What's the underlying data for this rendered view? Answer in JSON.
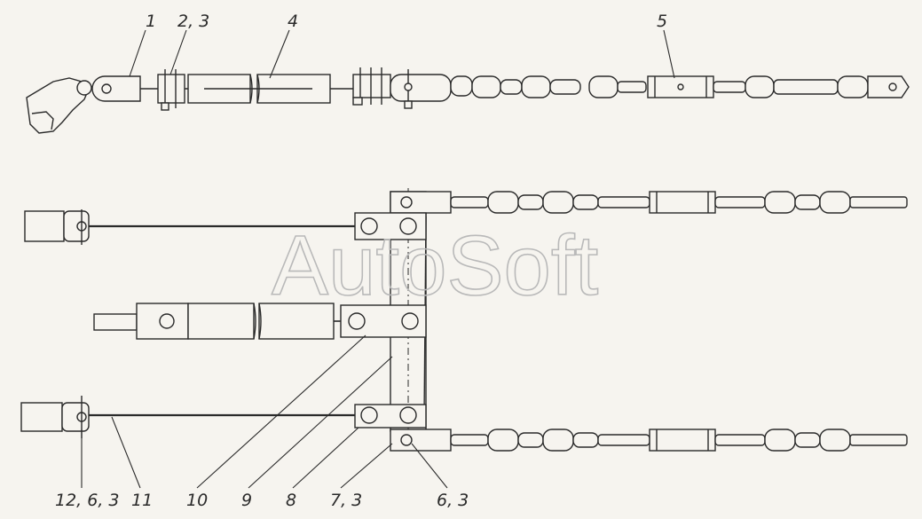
{
  "callouts": [
    "1",
    "2, 3",
    "4",
    "5",
    "12, 6, 3",
    "11",
    "10",
    "9",
    "8",
    "7, 3",
    "6, 3"
  ],
  "watermark": "AutoSoft"
}
